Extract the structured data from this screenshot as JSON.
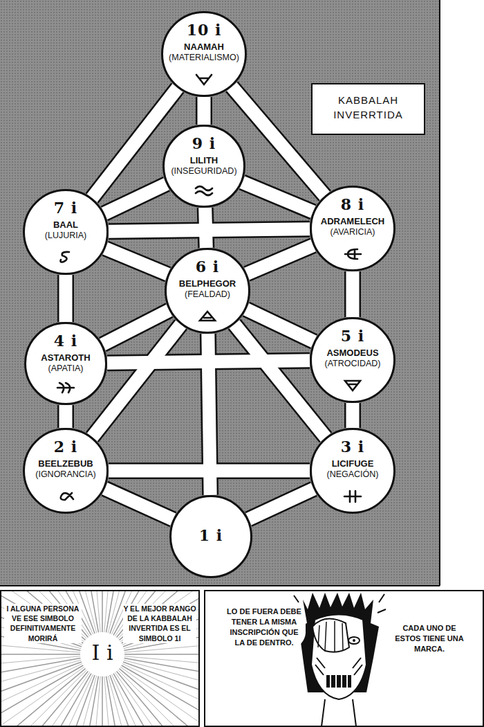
{
  "diagram": {
    "nodes": [
      {
        "text": [
          "10 i",
          "NAAMAH",
          "(MATERIALISMO)"
        ]
      },
      {
        "text": [
          "9 i",
          "LILITH",
          "(INSEGURIDAD)"
        ]
      },
      {
        "text": [
          "7 i",
          "BAAL",
          "(LUJURIA)"
        ]
      },
      {
        "text": [
          "8 i",
          "ADRAMELECH",
          "(AVARICIA)"
        ]
      },
      {
        "text": [
          "6 i",
          "BELPHEGOR",
          "(FEALDAD)"
        ]
      },
      {
        "text": [
          "4 i",
          "ASTAROTH",
          "(APATIA)"
        ]
      },
      {
        "text": [
          "5 i",
          "ASMODEUS",
          "(ATROCIDAD)"
        ]
      },
      {
        "text": [
          "2 i",
          "BEELZEBUB",
          "(IGNORANCIA)"
        ]
      },
      {
        "text": [
          "3 i",
          "LICIFUGE",
          "(NEGACIÓN)"
        ]
      },
      {
        "text": [
          "1 i"
        ]
      },
      {
        "text": [
          "KABBALAH INVERRTIDA"
        ]
      }
    ],
    "edges": [
      {
        "from": 0,
        "to": 2,
        "arrow": "none"
      },
      {
        "from": 0,
        "to": 3,
        "arrow": "none"
      },
      {
        "from": 0,
        "to": 1,
        "arrow": "none"
      },
      {
        "from": 1,
        "to": 2,
        "arrow": "none"
      },
      {
        "from": 1,
        "to": 3,
        "arrow": "none"
      },
      {
        "from": 1,
        "to": 4,
        "arrow": "none"
      },
      {
        "from": 2,
        "to": 3,
        "arrow": "none"
      },
      {
        "from": 2,
        "to": 4,
        "arrow": "none"
      },
      {
        "from": 3,
        "to": 4,
        "arrow": "none"
      },
      {
        "from": 2,
        "to": 5,
        "arrow": "none"
      },
      {
        "from": 3,
        "to": 6,
        "arrow": "none"
      },
      {
        "from": 4,
        "to": 5,
        "arrow": "none"
      },
      {
        "from": 4,
        "to": 6,
        "arrow": "none"
      },
      {
        "from": 5,
        "to": 6,
        "arrow": "none"
      },
      {
        "from": 4,
        "to": 7,
        "arrow": "none"
      },
      {
        "from": 4,
        "to": 8,
        "arrow": "none"
      },
      {
        "from": 4,
        "to": 9,
        "arrow": "none"
      },
      {
        "from": 5,
        "to": 7,
        "arrow": "none"
      },
      {
        "from": 6,
        "to": 8,
        "arrow": "none"
      },
      {
        "from": 7,
        "to": 8,
        "arrow": "none"
      },
      {
        "from": 7,
        "to": 9,
        "arrow": "none"
      },
      {
        "from": 8,
        "to": 9,
        "arrow": "none"
      }
    ],
    "labels": [
      "I i",
      "I ALGUNA PERSONA VE ESE SIMBOLO DEFINITIVAMENTE MORIRÁ",
      "Y EL MEJOR RANGO DE LA KABBALAH INVERTIDA ES EL SIMBOLO 1I",
      "LO DE FUERA DEBE TENER LA MISMA INSCRIPCIÓN QUE LA DE DENTRO.",
      "CADA UNO DE ESTOS TIENE UNA MARCA."
    ]
  }
}
